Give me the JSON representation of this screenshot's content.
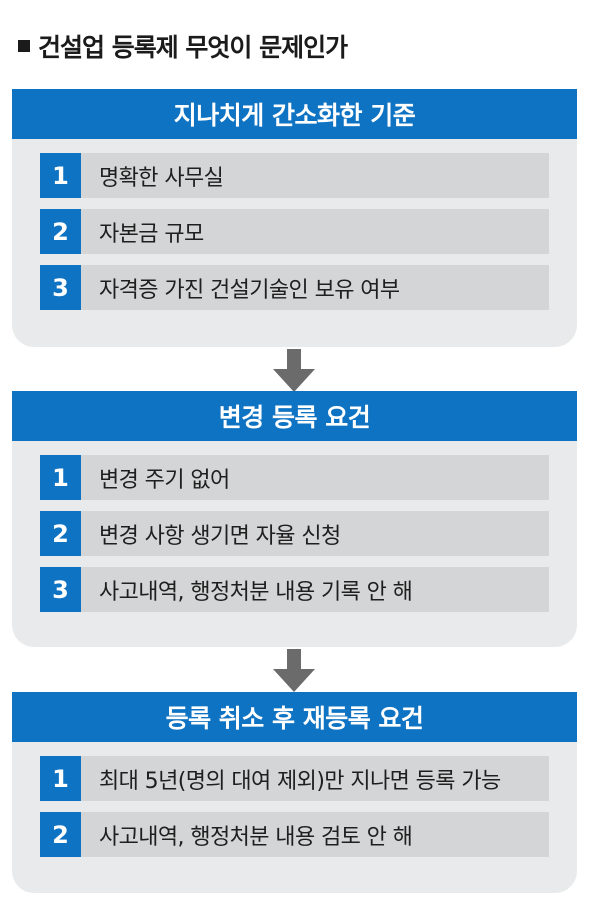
{
  "title": "건설업 등록제 무엇이 문제인가",
  "colors": {
    "header_blue": "#0f73c3",
    "panel_gray": "#e9eaeb",
    "item_gray": "#d4d5d6",
    "arrow_gray": "#6b6b6b"
  },
  "sections": [
    {
      "header": "지나치게 간소화한 기준",
      "items": [
        {
          "num": "1",
          "text": "명확한 사무실"
        },
        {
          "num": "2",
          "text": "자본금 규모"
        },
        {
          "num": "3",
          "text": "자격증 가진 건설기술인 보유 여부"
        }
      ]
    },
    {
      "header": "변경 등록 요건",
      "items": [
        {
          "num": "1",
          "text": "변경 주기 없어"
        },
        {
          "num": "2",
          "text": "변경 사항 생기면 자율 신청"
        },
        {
          "num": "3",
          "text": "사고내역, 행정처분 내용 기록 안 해"
        }
      ]
    },
    {
      "header": "등록 취소 후 재등록 요건",
      "items": [
        {
          "num": "1",
          "text": "최대 5년(명의 대여 제외)만 지나면 등록 가능"
        },
        {
          "num": "2",
          "text": "사고내역, 행정처분 내용 검토 안 해"
        }
      ]
    }
  ]
}
